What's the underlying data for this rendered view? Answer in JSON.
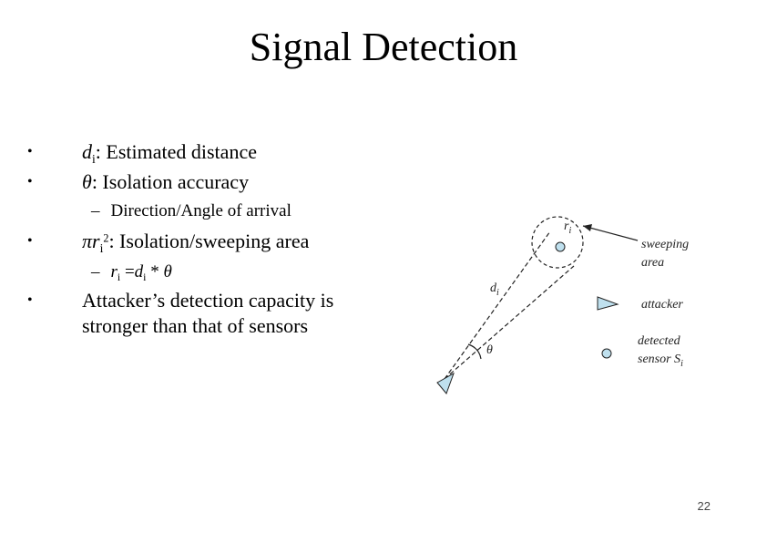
{
  "title": "Signal Detection",
  "bullets": [
    {
      "prefix": "d",
      "prefix_sub": "i",
      "text": ": Estimated distance"
    },
    {
      "prefix": "θ",
      "text": ": Isolation accuracy"
    },
    {
      "prefix": "πr",
      "prefix_sub": "i",
      "prefix_sup": "2",
      "text": ": Isolation/sweeping area"
    },
    {
      "text": "Attacker’s detection capacity is stronger than that of sensors"
    }
  ],
  "subbullets": [
    {
      "dash": "–",
      "text": "Direction/Angle of arrival"
    },
    {
      "dash": "–",
      "r": "r",
      "r_sub": "i",
      "eq": " =",
      "d": "d",
      "d_sub": "i",
      "op": " * ",
      "theta": "θ"
    }
  ],
  "bullet_symbol": "•",
  "diagram": {
    "labels": {
      "ri": "r",
      "ri_sub": "i",
      "di": "d",
      "di_sub": "i",
      "theta": "θ",
      "sweeping": "sweeping",
      "area": "area",
      "attacker": "attacker",
      "detected": "detected",
      "sensor": "sensor S",
      "sensor_sub": "i"
    },
    "colors": {
      "fill": "#bfe0ee",
      "stroke": "#222222"
    }
  },
  "page_number": "22"
}
